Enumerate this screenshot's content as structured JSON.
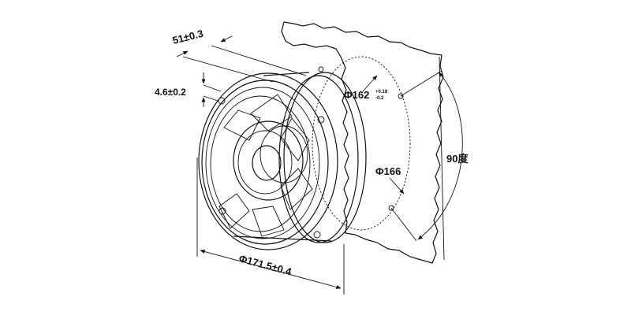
{
  "dimensions": {
    "depth": "51±0.3",
    "flange_thickness": "4.6±0.2",
    "hole_circle": "Φ162",
    "hole_circle_tol_plus": "+0.18",
    "hole_circle_tol_minus": "-0.2",
    "inner_circle": "Φ166",
    "angle": "90度",
    "outer_diameter": "Φ171.5±0.4"
  },
  "colors": {
    "line": "#111111",
    "background": "#ffffff"
  }
}
